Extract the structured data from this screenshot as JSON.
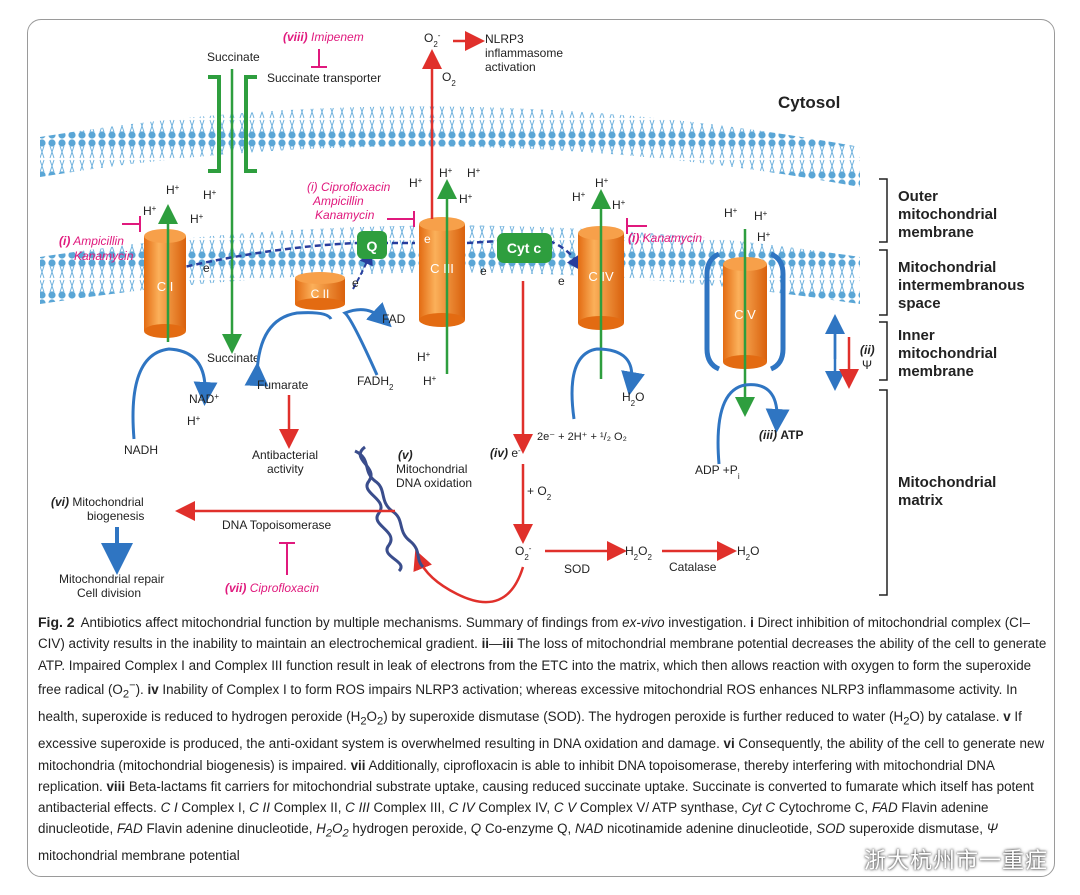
{
  "figure": {
    "cytosol": "Cytosol",
    "regions": {
      "outer_membrane": [
        "Outer",
        "mitochondrial",
        "membrane"
      ],
      "intermembrane": [
        "Mitochondrial",
        "intermembranous",
        "space"
      ],
      "inner_membrane": [
        "Inner",
        "mitochondrial",
        "membrane"
      ],
      "matrix": [
        "Mitochondrial",
        "matrix"
      ]
    },
    "complexes": {
      "c1": "C I",
      "c2": "C II",
      "c3": "C III",
      "c4": "C IV",
      "c5": "C V",
      "q": "Q",
      "cytc": "Cyt c"
    },
    "drugs": {
      "viii_num": "(viii)",
      "viii_name": "Imipenem",
      "i_c1_num": "(i)",
      "i_c1_name1": "Ampicillin",
      "i_c1_name2": "Kanamycin",
      "i_c3_line1": "(i) Ciprofloxacin",
      "i_c3_line2": "Ampicillin",
      "i_c3_line3": "Kanamycin",
      "i_c4_num": "(i)",
      "i_c4_name": "Kanamycin",
      "vii_num": "(vii)",
      "vii_name": "Ciprofloxacin"
    },
    "labels": {
      "succinate_top": "Succinate",
      "succinate_transporter": "Succinate transporter",
      "succinate_bottom": "Succinate",
      "fumarate": "Fumarate",
      "fad": "FAD",
      "fadh2": "FADH",
      "nadh": "NADH",
      "nad": "NAD",
      "hplus": "H",
      "electron": "e",
      "o2_top": "O",
      "nlrp3": [
        "NLRP3",
        "inflammasome",
        "activation"
      ],
      "antibacterial": [
        "Antibacterial",
        "activity"
      ],
      "v_num": "(v)",
      "v_text": [
        "Mitochondrial",
        "DNA oxidation"
      ],
      "iv_num": "(iv)",
      "plus_o2": "+ O",
      "reaction": "2e⁻ + 2H⁺ + ¹/₂ O₂",
      "h2o_c4": "H",
      "sod": "SOD",
      "catalase": "Catalase",
      "h2o2": "H",
      "h2o_final": "H",
      "adp": "ADP +P",
      "iii_atp_num": "(iii)",
      "atp": "ATP",
      "ii_num": "(ii)",
      "psi": "Ψ",
      "vi_num": "(vi)",
      "vi_text": [
        "Mitochondrial",
        "biogenesis"
      ],
      "repair": [
        "Mitochondrial repair",
        "Cell division"
      ],
      "topoisomerase": "DNA Topoisomerase"
    },
    "colors": {
      "membrane": "#5aa6d6",
      "complex": "#f08a1e",
      "green": "#2e9e3e",
      "red": "#e0302b",
      "blue": "#2f75c2",
      "magenta": "#e0197d",
      "dna": "#3a4d8c"
    }
  },
  "caption": {
    "fig_label": "Fig. 2",
    "text_html": "Antibiotics affect mitochondrial function by multiple mechanisms. Summary of findings from <i>ex-vivo</i> investigation. <b>i</b> Direct inhibition of mitochondrial complex (CI–CIV) activity results in the inability to maintain an electrochemical gradient. <b>ii</b>—<b>iii</b> The loss of mitochondrial membrane potential decreases the ability of the cell to generate ATP. Impaired Complex I and Complex III function result in leak of electrons from the ETC into the matrix, which then allows reaction with oxygen to form the superoxide free radical (O<sub>2</sub><sup>−</sup>). <b>iv</b> Inability of Complex I to form ROS impairs NLRP3 activation; whereas excessive mitochondrial ROS enhances NLRP3 inflammasome activity. In health, superoxide is reduced to hydrogen peroxide (H<sub>2</sub>O<sub>2</sub>) by superoxide dismutase (SOD). The hydrogen peroxide is further reduced to water (H<sub>2</sub>O) by catalase. <b>v</b> If excessive superoxide is produced, the anti-oxidant system is overwhelmed resulting in DNA oxidation and damage. <b>vi</b> Consequently, the ability of the cell to generate new mitochondria (mitochondrial biogenesis) is impaired. <b>vii</b> Additionally, ciprofloxacin is able to inhibit DNA topoisomerase, thereby interfering with mitochondrial DNA replication. <b>viii</b> Beta-lactams fit carriers for mitochondrial substrate uptake, causing reduced succinate uptake. Succinate is converted to fumarate which itself has potent antibacterial effects. <i>C I</i> Complex I, <i>C II</i> Complex II, <i>C III</i> Complex III, <i>C IV</i> Complex IV, <i>C V</i> Complex V/ ATP synthase, <i>Cyt C</i> Cytochrome C, <i>FAD</i> Flavin adenine dinucleotide, <i>FAD</i> Flavin adenine dinucleotide, <i>H<sub>2</sub>O<sub>2</sub></i> hydrogen peroxide, <i>Q</i> Co-enzyme Q, <i>NAD</i> nicotinamide adenine dinucleotide, <i>SOD</i> superoxide dismutase, <i>Ψ</i> mitochondrial membrane potential"
  },
  "watermark": "浙大杭州市一重症"
}
